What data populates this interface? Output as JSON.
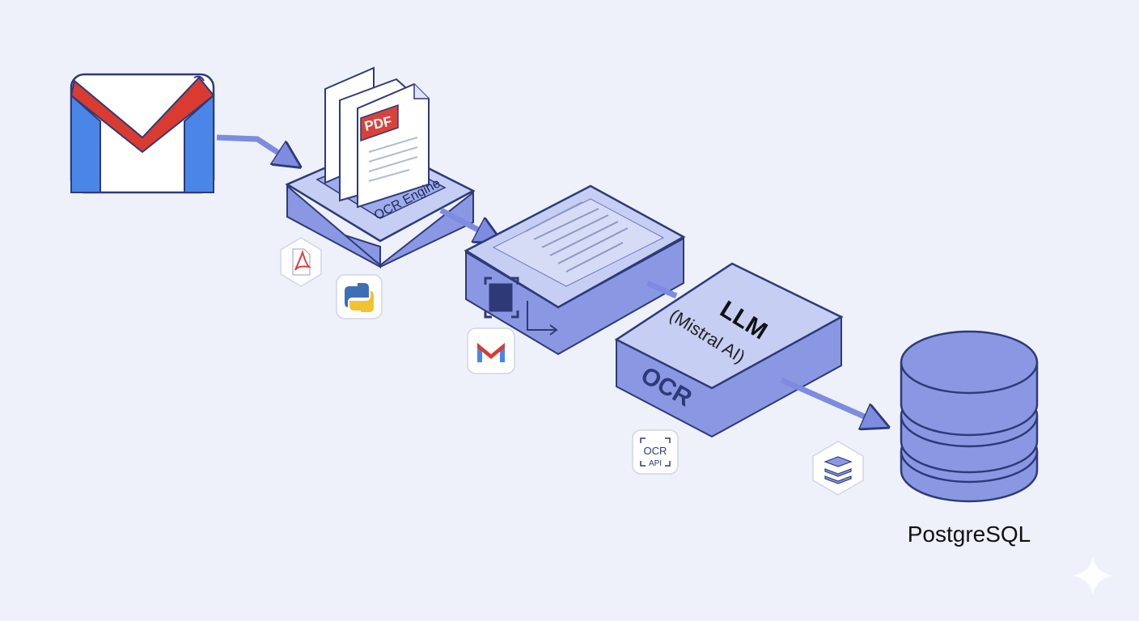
{
  "diagram": {
    "ocr_engine_label": "OCR Engine",
    "pdf_badge": "PDF",
    "llm_title": "LLM",
    "llm_subtitle": "(Mistral AI)",
    "ocr_box_label": "OCR",
    "ocr_api_line1": "OCR",
    "ocr_api_line2": "API",
    "database_label": "PostgreSQL"
  },
  "icons": {
    "gmail_large": "gmail-icon",
    "pdf_documents": "pdf-document-icon",
    "acrobat_badge": "acrobat-icon",
    "python_badge": "python-icon",
    "gmail_small": "gmail-icon",
    "ocr_api_badge": "ocr-api-icon",
    "layers_badge": "layers-icon",
    "database": "database-icon",
    "sparkle": "sparkle-icon"
  },
  "colors": {
    "background": "#eef1fa",
    "box_top": "#c6cef3",
    "box_side": "#8a98e4",
    "outline": "#2e3a78",
    "arrow": "#7d8ce0",
    "gmail_red": "#d93b30",
    "gmail_blue": "#4a86e8",
    "pdf_red": "#d9423c"
  }
}
